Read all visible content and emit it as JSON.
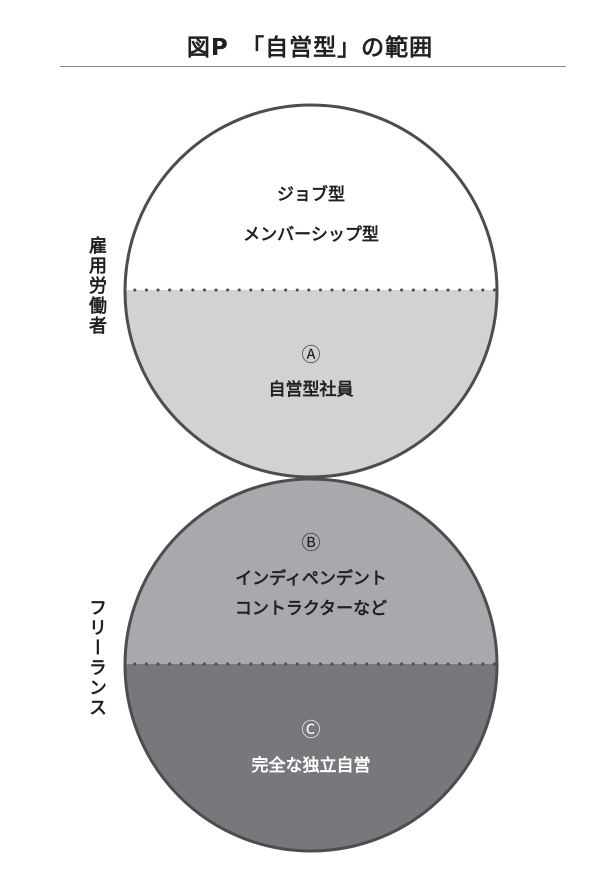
{
  "title": "図P　「自営型」の範囲",
  "side_labels": {
    "employees": "雇用労働者",
    "freelance": "フリーランス"
  },
  "top_circle": {
    "upper": [
      "ジョブ型",
      "メンバーシップ型"
    ],
    "lower_mark": "Ⓐ",
    "lower_label": "自営型社員"
  },
  "bottom_circle": {
    "upper_mark": "Ⓑ",
    "upper_lines": [
      "インディペンデント",
      "コントラクターなど"
    ],
    "lower_mark": "Ⓒ",
    "lower_label": "完全な独立自営"
  },
  "colors": {
    "light": "#d1d2d4",
    "medium": "#a7a9ac",
    "dark": "#77787b",
    "stroke": "#4d4d4f"
  }
}
